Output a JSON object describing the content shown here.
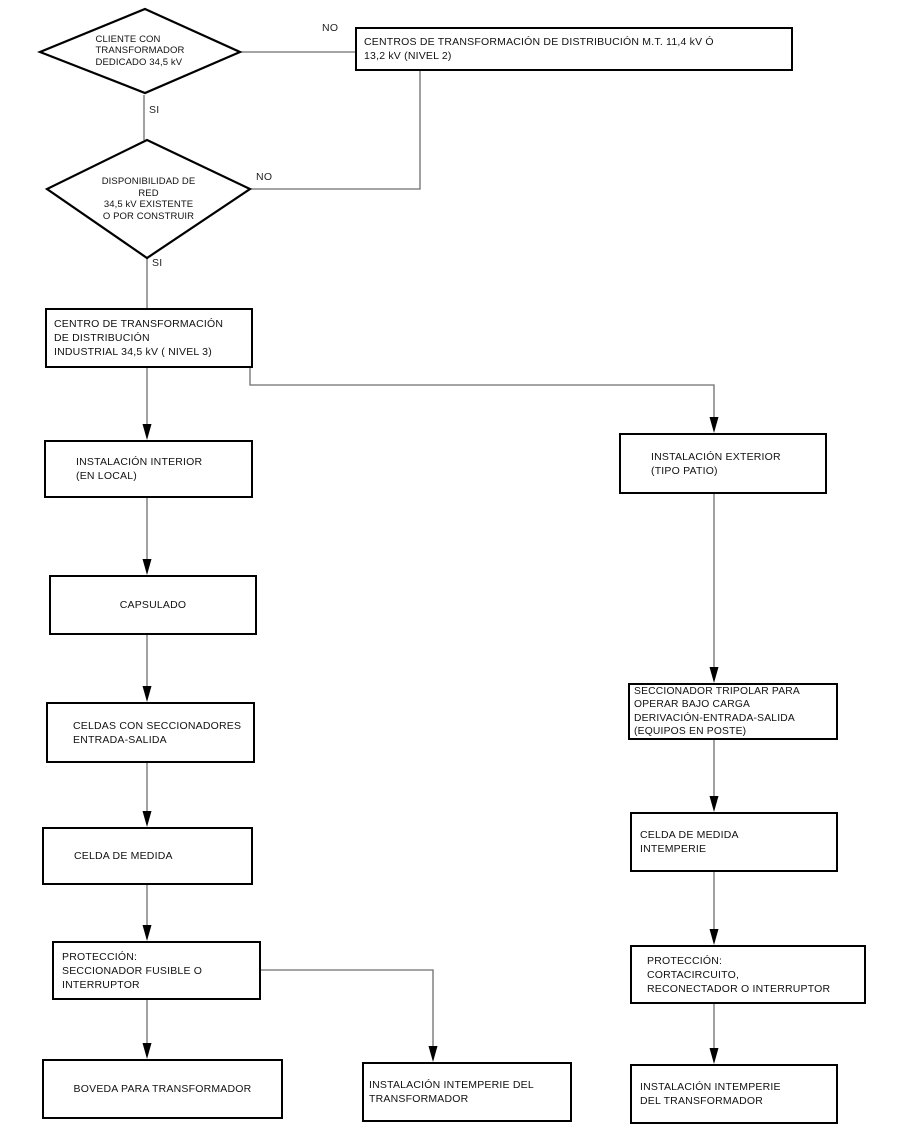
{
  "diagram": {
    "decisions": {
      "cliente": {
        "label": "CLIENTE CON\nTRANSFORMADOR\nDEDICADO 34,5 kV"
      },
      "disponibilidad": {
        "label": "DISPONIBILIDAD DE\nRED\n34,5 kV EXISTENTE\nO POR CONSTRUIR"
      }
    },
    "edge_labels": {
      "cliente_no": "NO",
      "cliente_si": "SI",
      "disponibilidad_no": "NO",
      "disponibilidad_si": "SI"
    },
    "nodes": {
      "nivel2": {
        "label": "CENTROS DE TRANSFORMACIÓN  DE DISTRIBUCIÓN M.T.  11,4 kV Ó\n13,2 kV (NIVEL 2)"
      },
      "nivel3": {
        "label": "CENTRO DE TRANSFORMACIÓN\nDE DISTRIBUCIÓN\nINDUSTRIAL 34,5 kV ( NIVEL 3)"
      },
      "instalacion_interior": {
        "label": "INSTALACIÓN INTERIOR\n(EN LOCAL)"
      },
      "capsulado": {
        "label": "CAPSULADO"
      },
      "celdas_seccionadores": {
        "label": "CELDAS CON SECCIONADORES\nENTRADA-SALIDA"
      },
      "celda_medida": {
        "label": "CELDA DE MEDIDA"
      },
      "proteccion_interior": {
        "label": "PROTECCIÓN:\nSECCIONADOR FUSIBLE O\nINTERRUPTOR"
      },
      "boveda": {
        "label": "BOVEDA PARA TRANSFORMADOR"
      },
      "intemperie_centro": {
        "label": "INSTALACIÓN INTEMPERIE DEL\nTRANSFORMADOR"
      },
      "instalacion_exterior": {
        "label": "INSTALACIÓN EXTERIOR\n(TIPO PATIO)"
      },
      "seccionador_tripolar": {
        "label": "SECCIONADOR TRIPOLAR PARA\nOPERAR BAJO CARGA\nDERIVACIÓN-ENTRADA-SALIDA\n(EQUIPOS EN POSTE)"
      },
      "celda_medida_intemperie": {
        "label": "CELDA DE MEDIDA\nINTEMPERIE"
      },
      "proteccion_exterior": {
        "label": "PROTECCIÓN:\nCORTACIRCUITO,\nRECONECTADOR O INTERRUPTOR"
      },
      "intemperie_exterior": {
        "label": "INSTALACIÓN INTEMPERIE\nDEL TRANSFORMADOR"
      }
    },
    "colors": {
      "connector_line": "#6e6e6e",
      "shape_border": "#000000",
      "background": "#ffffff",
      "text": "#1a1a1a"
    }
  }
}
